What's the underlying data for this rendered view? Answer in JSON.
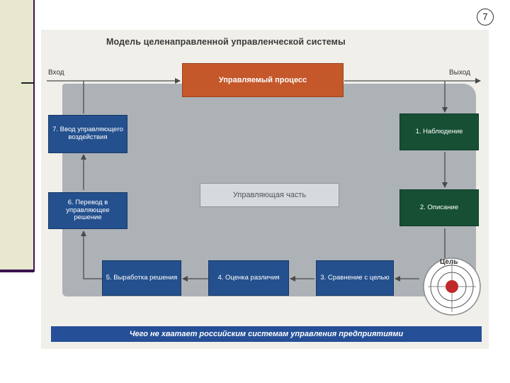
{
  "slide": {
    "page_number": "7"
  },
  "diagram": {
    "title": "Модель целенаправленной управленческой системы",
    "input_label": "Вход",
    "output_label": "Выход",
    "process": "Управляемый процесс",
    "control_part": "Управляющая часть",
    "steps": {
      "s1": "1. Наблюдение",
      "s2": "2. Описание",
      "s3": "3. Сравнение с целью",
      "s4": "4. Оценка различия",
      "s5": "5. Выработка решения",
      "s6": "6. Перевод в управляющее решение",
      "s7": "7. Ввод управляющего воздействия"
    },
    "target_label": "Цель",
    "footer": "Чего не хватает российским системам управления предприятиями"
  },
  "colors": {
    "process_box": "#c4582a",
    "blue_box": "#24508e",
    "green_box": "#164f34",
    "gray_area": "#adb2b7",
    "footer_bar": "#254f97",
    "target_center": "#c0282a"
  }
}
